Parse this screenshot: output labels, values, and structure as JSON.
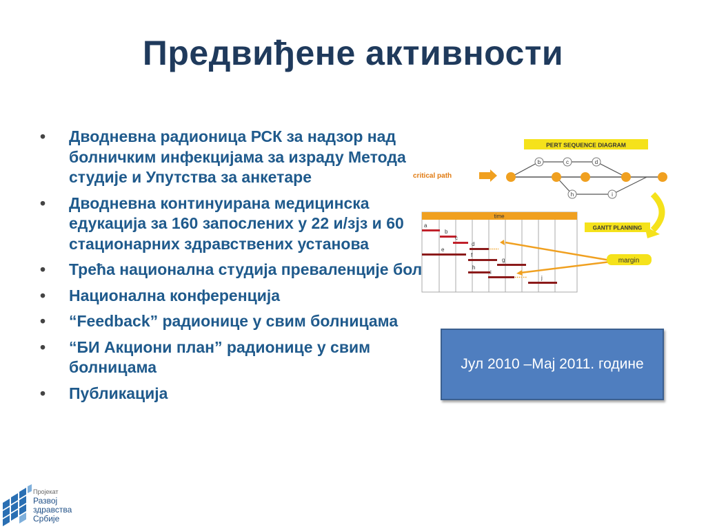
{
  "title": "Предвиђене активности",
  "bullets": [
    "Дводневна радионица РСК за надзор над болничким инфекцијама за израду Метода студије и Упутства за анкетаре",
    "Дводневна континуирана медицинска едукација за 160 запослених у 22 и/зјз и 60 стационарних здравствених установа",
    "Трећа национална студија преваленције болничких инфекција",
    "Национална конференција",
    "“Feedback” радионице у свим болницама",
    "“БИ Акциони план” радионице у свим болницама",
    "Публикација"
  ],
  "bullet_glyph": "•",
  "date_box": "Јул 2010 –Мај 2011. године",
  "diagram": {
    "pert_label": "PERT SEQUENCE DIAGRAM",
    "critical_path": "critical path",
    "gantt_label": "GANTT PLANNING",
    "time_label": "time",
    "margin_label": "margin",
    "nodes": [
      "b",
      "c",
      "d",
      "h",
      "i"
    ],
    "gantt_tasks": [
      "a",
      "b",
      "c",
      "d",
      "e",
      "f",
      "g",
      "h",
      "i",
      "j"
    ]
  },
  "logo": {
    "line1": "Пројекат",
    "line2": "Развој",
    "line3": "здравства",
    "line4": "Србије"
  },
  "colors": {
    "title": "#1f3a5c",
    "bullet_text": "#1f5a8c",
    "box_fill": "#4f7ebf",
    "highlight": "#f5e21b",
    "orange": "#f0a020",
    "dark_red": "#8b1a1a"
  }
}
